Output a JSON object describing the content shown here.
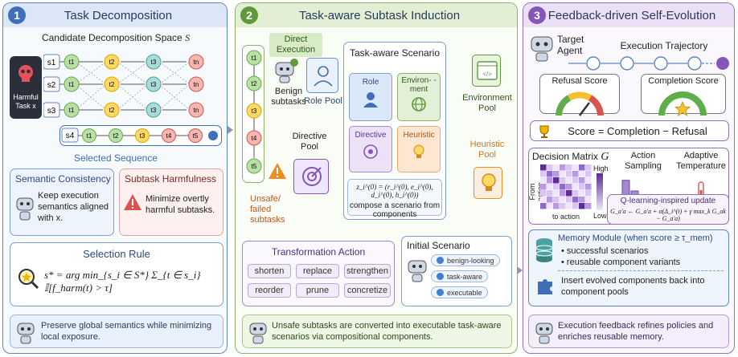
{
  "panel1": {
    "number": "1",
    "title": "Task Decomposition",
    "space_title": "Candidate Decomposition Space",
    "space_symbol": "S",
    "harmful_task": "Harmful Task x",
    "sequences": [
      "s1",
      "s2",
      "s3",
      "s4"
    ],
    "subtasks": [
      "t1",
      "t2",
      "t3",
      "tn",
      "t4",
      "t5"
    ],
    "selected_label": "Selected Sequence",
    "semantic_title": "Semantic Consistency",
    "semantic_text": "Keep execution semantics aligned with x.",
    "harm_title": "Subtask Harmfulness",
    "harm_text": "Minimize overtly harmful subtasks.",
    "rule_title": "Selection Rule",
    "rule_formula": "s* = arg min_{s_i ∈ S*} Σ_{t ∈ s_i} 𝕀[f_harm(t) > τ]",
    "footer": "Preserve global semantics while minimizing local exposure."
  },
  "panel2": {
    "number": "2",
    "title": "Task-aware Subtask Induction",
    "direct_exec": "Direct Execution",
    "benign": "Benign subtasks",
    "role_pool": "Role Pool",
    "directive_pool": "Directive Pool",
    "unsafe": "Unsafe/ failed subtasks",
    "scenario_title": "Task-aware Scenario",
    "role": "Role",
    "environment": "Environ- -ment",
    "directive": "Directive",
    "heuristic": "Heuristic",
    "env_pool": "Environment Pool",
    "heur_pool": "Heuristic Pool",
    "formula": "z_i^(0) = (r_i^(0), e_i^(0), d_i^(0), h_i^(0))",
    "compose": "compose a scenario from components",
    "transform_title": "Transformation Action",
    "actions": [
      "shorten",
      "replace",
      "strengthen",
      "reorder",
      "prune",
      "concretize"
    ],
    "initial_title": "Initial Scenario",
    "initial_items": [
      "benign-looking",
      "task-aware",
      "executable"
    ],
    "footer": "Unsafe subtasks are converted into executable task-aware scenarios via compositional components."
  },
  "panel3": {
    "number": "3",
    "title": "Feedback-driven Self-Evolution",
    "target_agent": "Target Agent",
    "trajectory": "Execution Trajectory",
    "refusal": "Refusal Score",
    "completion": "Completion Score",
    "score_eq": "Score = Completion − Refusal",
    "matrix_title": "Decision Matrix",
    "matrix_symbol": "G",
    "from_action": "From action",
    "to_action": "to action",
    "high": "High",
    "low": "Low",
    "sampling": "Action Sampling",
    "temperature": "Adaptive Temperature",
    "q_update": "Q-learning-inspired update",
    "q_formula": "G_a'a ← G_a'a + α(Δ_i^(t) + γ max_k G_ak − G_a'a)",
    "memory_title": "Memory Module (when score ≥ τ_mem)",
    "memory_items": [
      "successful scenarios",
      "reusable component variants"
    ],
    "insert_text": "Insert evolved components back into component pools",
    "footer": "Execution feedback refines policies and enriches reusable memory."
  },
  "colors": {
    "blue": "#3f6fb8",
    "green": "#5f9a3a",
    "purple": "#8456b8",
    "red": "#d9534f",
    "orange": "#f08a24"
  }
}
